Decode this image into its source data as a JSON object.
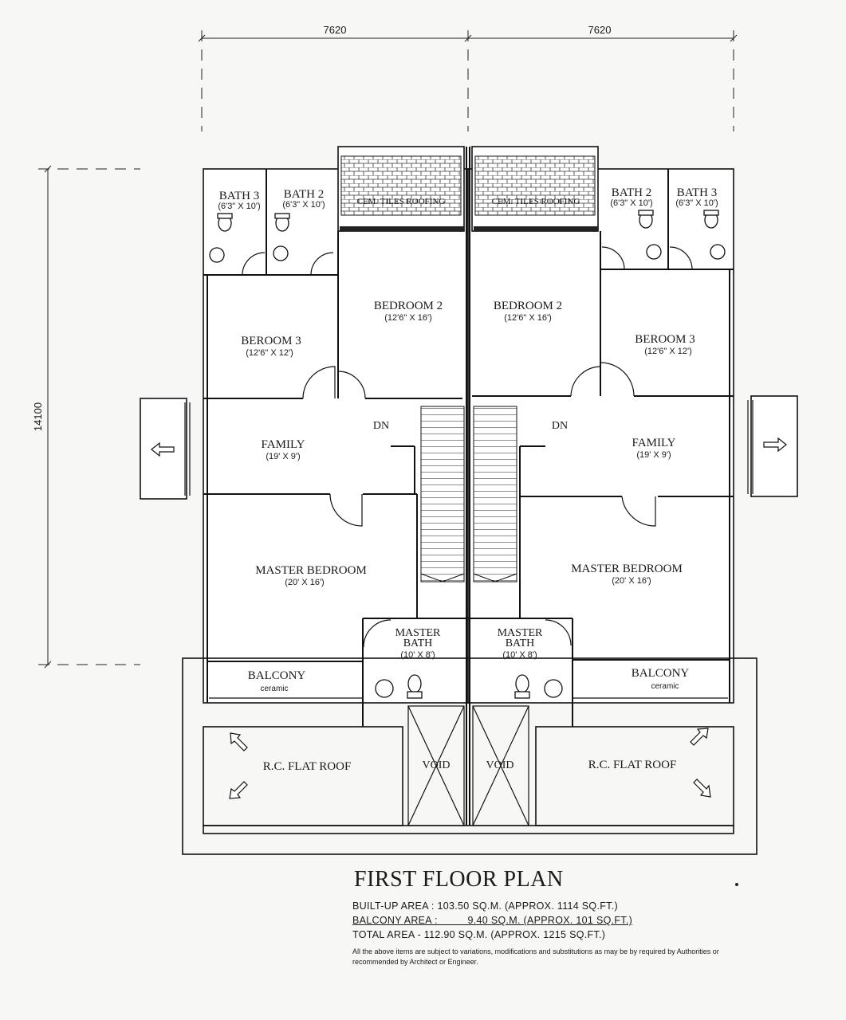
{
  "dimensions": {
    "top_left": "7620",
    "top_right": "7620",
    "side": "14100"
  },
  "rooms": {
    "left": {
      "bath3": {
        "name": "BATH 3",
        "size": "(6'3\" X 10')"
      },
      "bath2": {
        "name": "BATH 2",
        "size": "(6'3\" X 10')"
      },
      "roof_tiles": "CEM. TILES ROOFING",
      "bedroom2": {
        "name": "BEDROOM 2",
        "size": "(12'6\" X 16')"
      },
      "bedroom3": {
        "name": "BEROOM 3",
        "size": "(12'6\" X 12')"
      },
      "family": {
        "name": "FAMILY",
        "size": "(19' X 9')"
      },
      "dn": "DN",
      "master_bedroom": {
        "name": "MASTER BEDROOM",
        "size": "(20' X 16')"
      },
      "master_bath": {
        "name1": "MASTER",
        "name2": "BATH",
        "size": "(10' X 8')"
      },
      "balcony": {
        "name": "BALCONY",
        "finish": "ceramic"
      },
      "flat_roof": "R.C. FLAT ROOF",
      "void": "VOID"
    },
    "right": {
      "bath2": {
        "name": "BATH 2",
        "size": "(6'3\" X 10')"
      },
      "bath3": {
        "name": "BATH 3",
        "size": "(6'3\" X 10')"
      },
      "roof_tiles": "CEM. TILES ROOFING",
      "bedroom2": {
        "name": "BEDROOM 2",
        "size": "(12'6\" X 16')"
      },
      "bedroom3": {
        "name": "BEROOM 3",
        "size": "(12'6\" X 12')"
      },
      "family": {
        "name": "FAMILY",
        "size": "(19' X 9')"
      },
      "dn": "DN",
      "master_bedroom": {
        "name": "MASTER BEDROOM",
        "size": "(20' X 16')"
      },
      "master_bath": {
        "name1": "MASTER",
        "name2": "BATH",
        "size": "(10' X 8')"
      },
      "balcony": {
        "name": "BALCONY",
        "finish": "ceramic"
      },
      "flat_roof": "R.C. FLAT ROOF",
      "void": "VOID"
    }
  },
  "caption": {
    "title": "FIRST FLOOR PLAN",
    "built_up": "BUILT-UP AREA : 103.50 SQ.M. (APPROX. 1114 SQ.FT.)",
    "balcony": "BALCONY AREA :          9.40 SQ.M. (APPROX. 101 SQ.FT.)",
    "total": "TOTAL AREA - 112.90 SQ.M. (APPROX. 1215 SQ.FT.)",
    "note": "All the above items are subject to variations, modifications and substitutions as may be by required by Authorities or recommended by Architect or Engineer."
  }
}
